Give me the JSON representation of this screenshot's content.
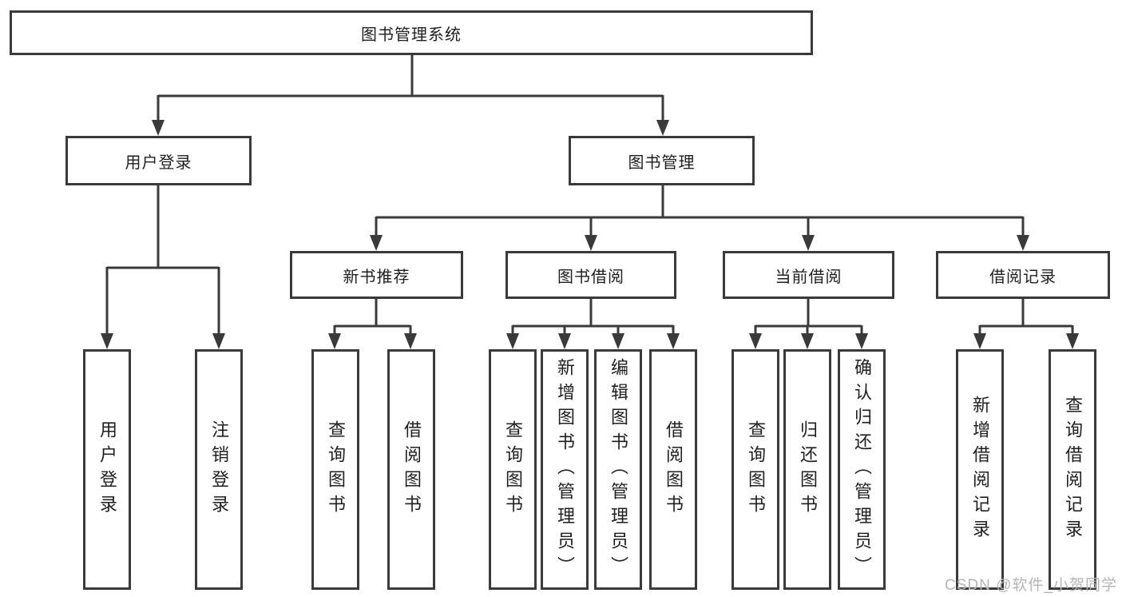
{
  "diagram": {
    "line_color": "#3a3a3a",
    "text_color": "#1f1f1f",
    "watermark": "CSDN @软件_小贺同学",
    "tree": {
      "label": "图书管理系统",
      "children": [
        {
          "label": "用户登录",
          "children": [
            {
              "label": "用户登录"
            },
            {
              "label": "注销登录"
            }
          ]
        },
        {
          "label": "图书管理",
          "children": [
            {
              "label": "新书推荐",
              "children": [
                {
                  "label": "查询图书"
                },
                {
                  "label": "借阅图书"
                }
              ]
            },
            {
              "label": "图书借阅",
              "children": [
                {
                  "label": "查询图书"
                },
                {
                  "label": "新增图书（管理员）"
                },
                {
                  "label": "编辑图书（管理员）"
                },
                {
                  "label": "借阅图书"
                }
              ]
            },
            {
              "label": "当前借阅",
              "children": [
                {
                  "label": "查询图书"
                },
                {
                  "label": "归还图书"
                },
                {
                  "label": "确认归还（管理员）"
                }
              ]
            },
            {
              "label": "借阅记录",
              "children": [
                {
                  "label": "新增借阅记录"
                },
                {
                  "label": "查询借阅记录"
                }
              ]
            }
          ]
        }
      ]
    }
  }
}
